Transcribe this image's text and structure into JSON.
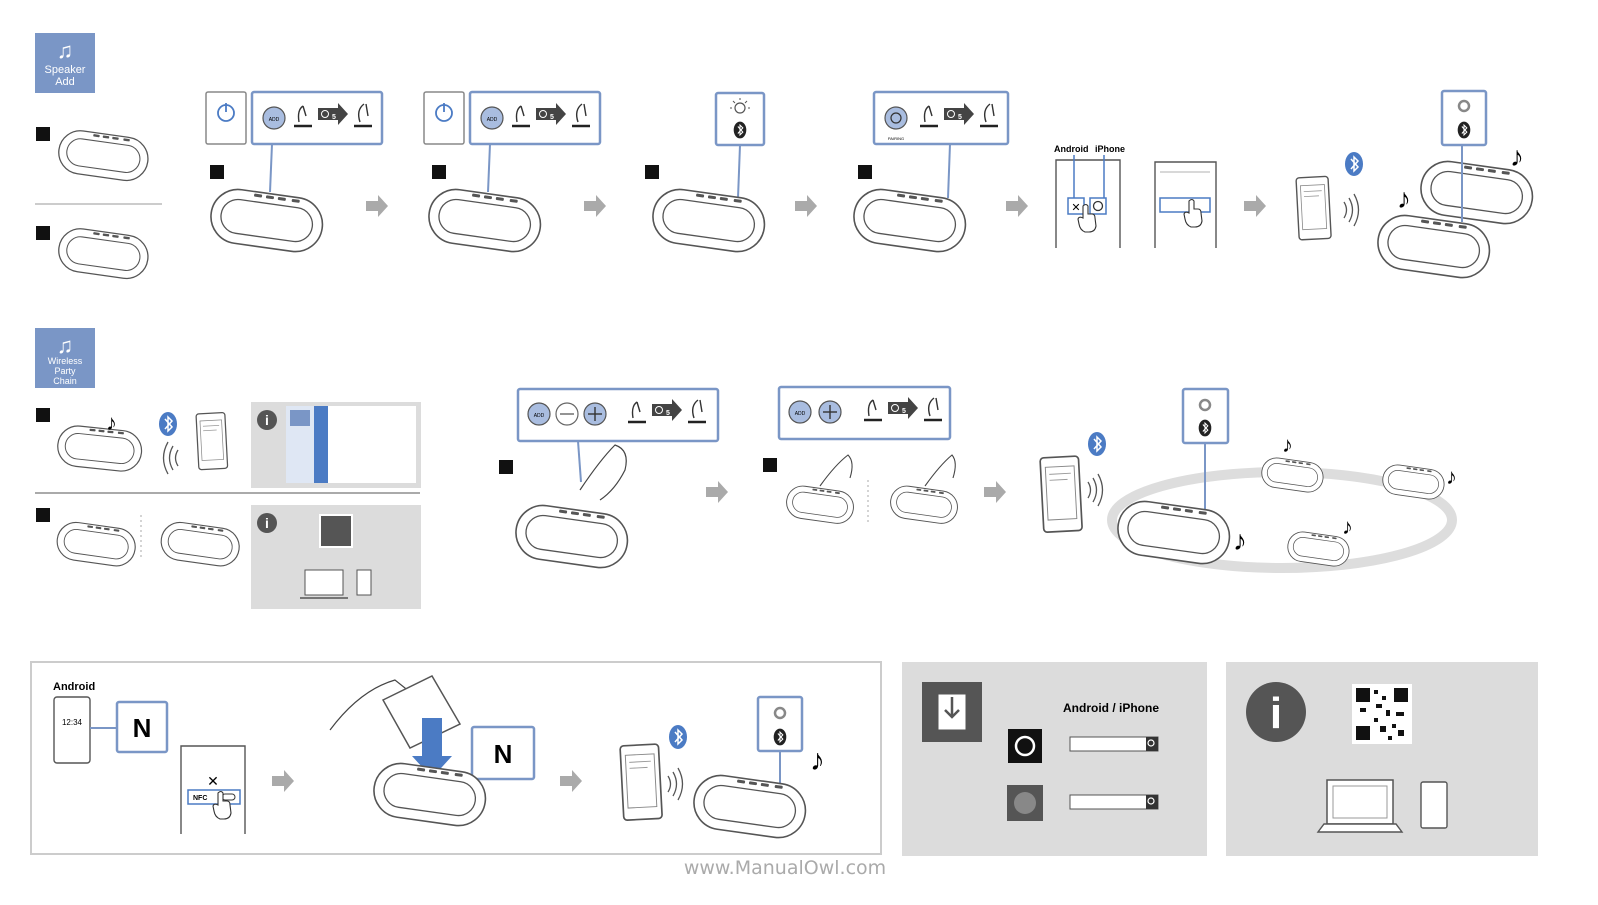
{
  "badges": {
    "speaker_add": {
      "line1": "Speaker",
      "line2": "Add"
    },
    "wireless_party_chain": {
      "line1": "Wireless",
      "line2": "Party",
      "line3": "Chain"
    }
  },
  "labels": {
    "add_button": "ADD",
    "hold_time": "5",
    "pairing": "PAIRING",
    "android": "Android",
    "iphone": "iPhone",
    "android_iphone": "Android / iPhone",
    "clock": "12:34",
    "nfc": "NFC"
  },
  "footer": {
    "watermark": "www.ManualOwl.com"
  },
  "colors": {
    "accent": "#7a96c6",
    "panel": "#dcdcdc",
    "line": "#555555",
    "bluetooth": "#4b7bc4"
  }
}
